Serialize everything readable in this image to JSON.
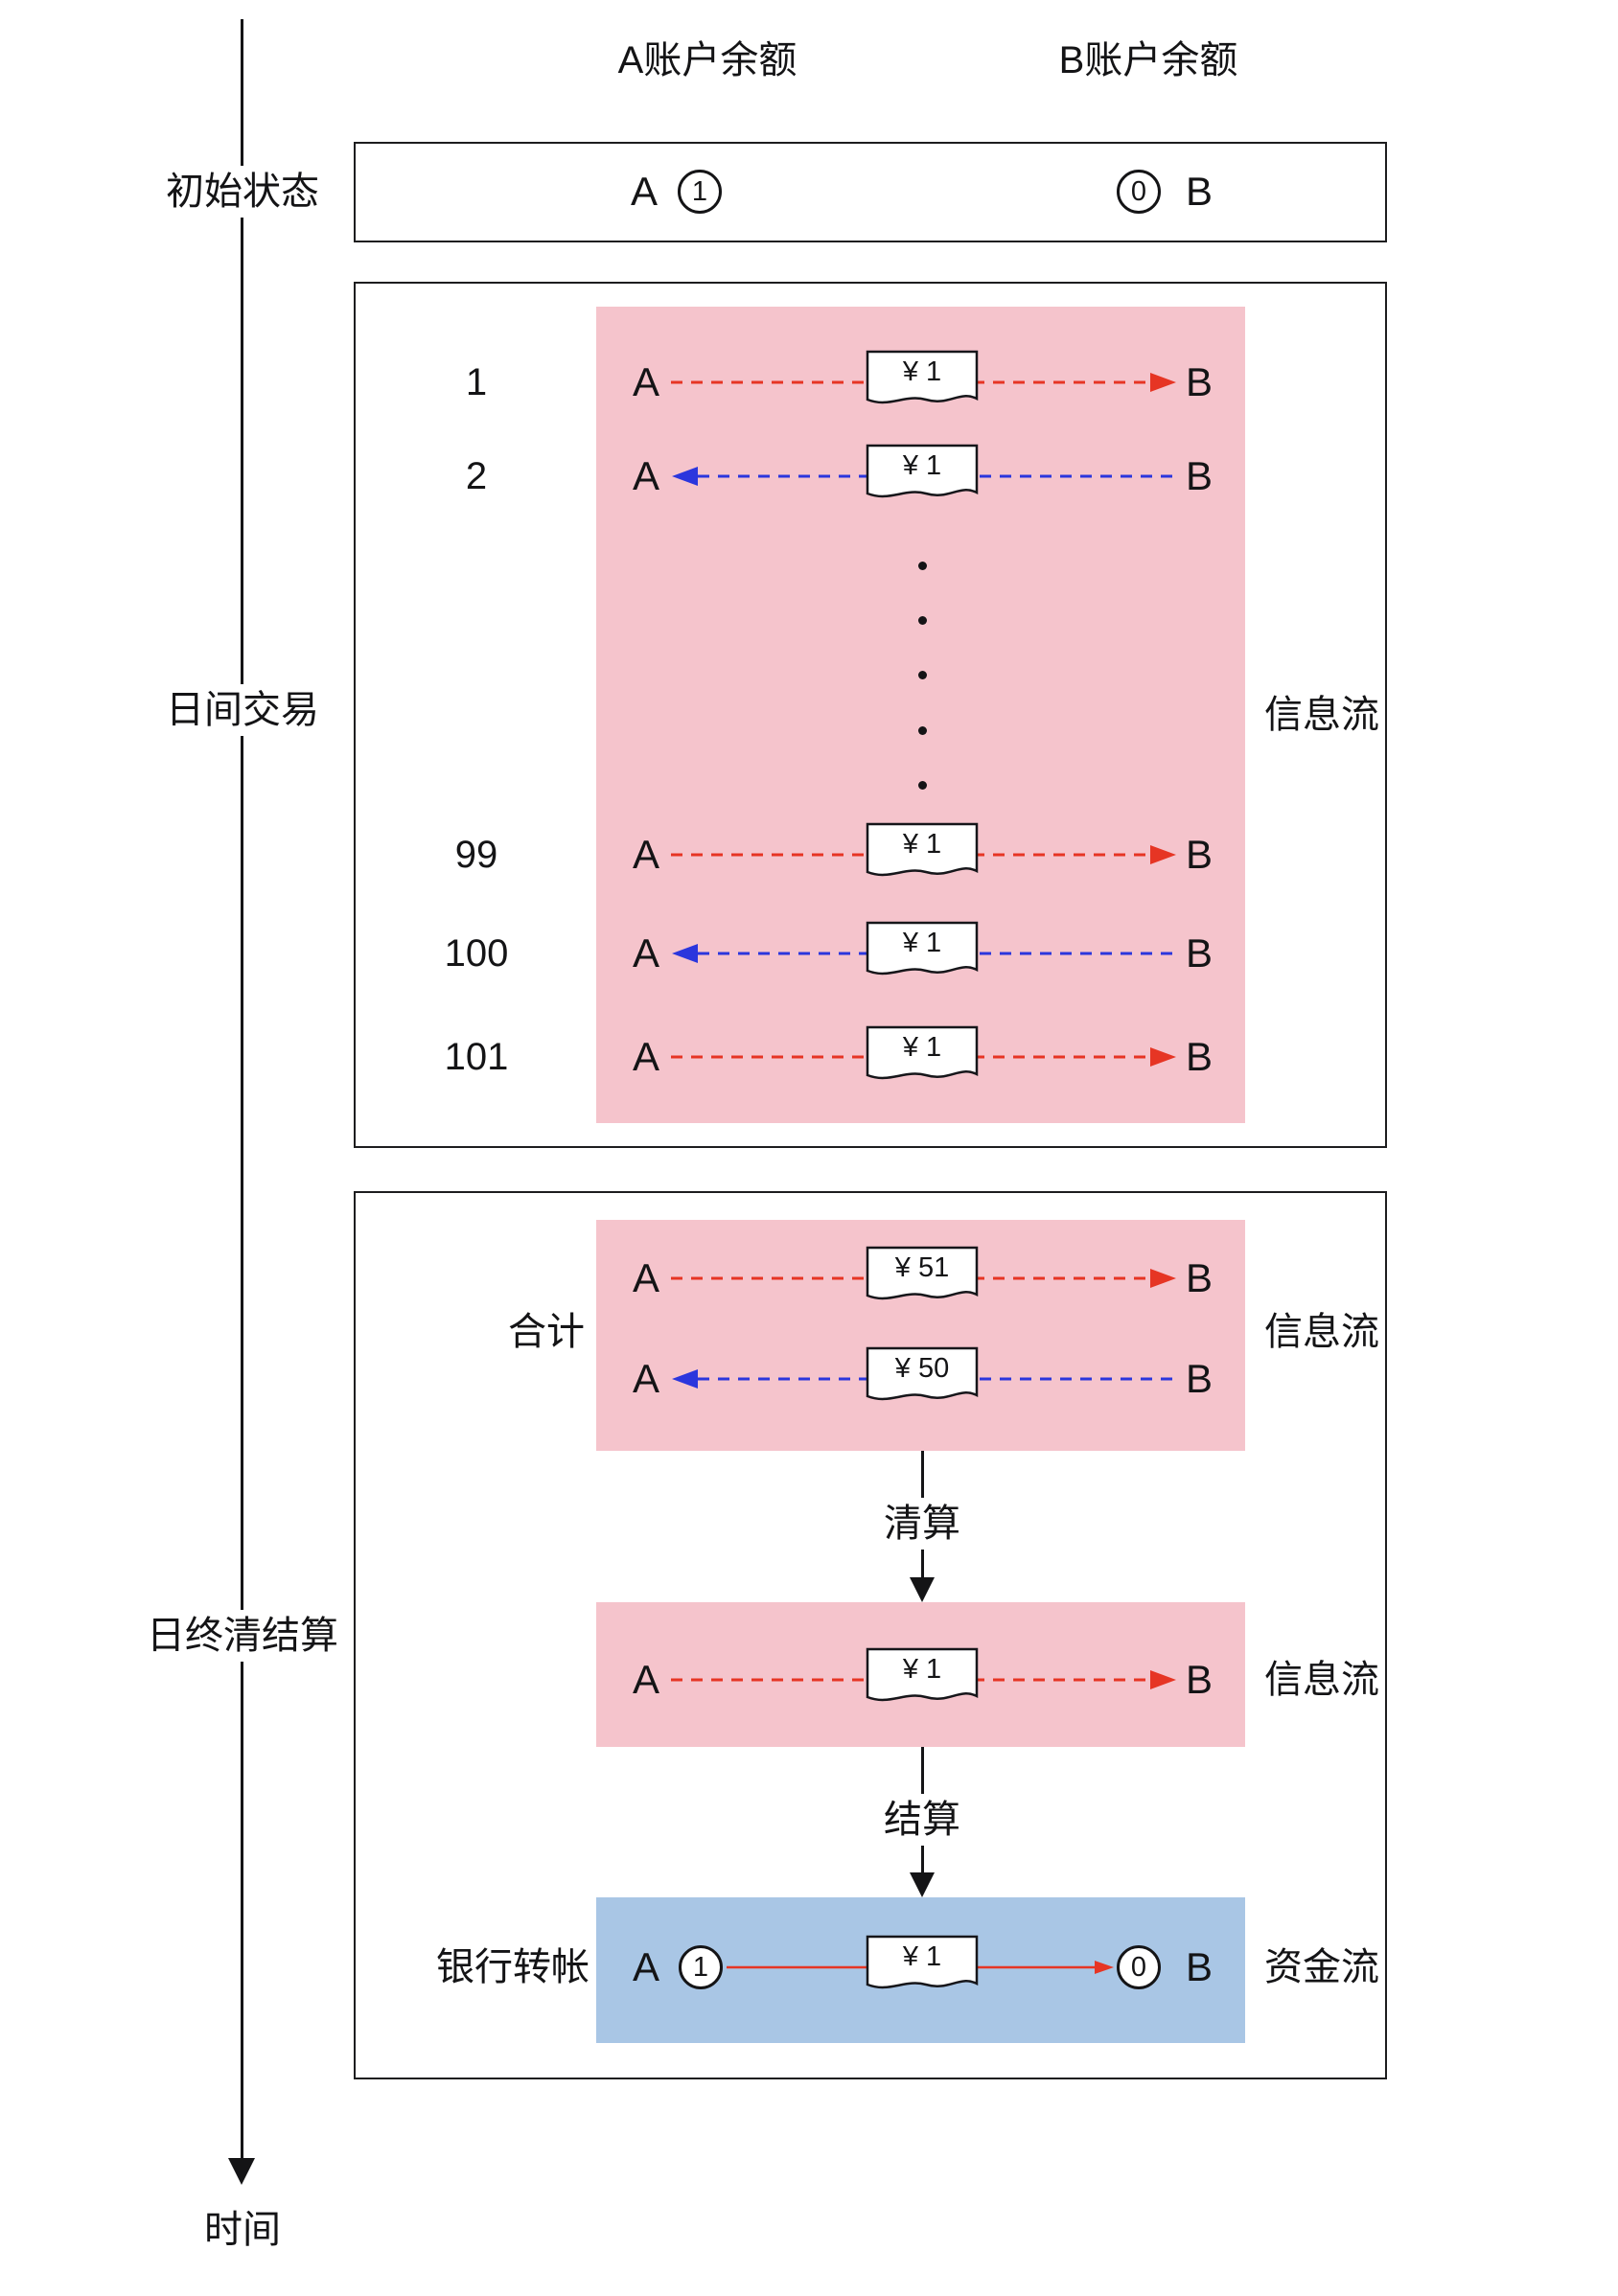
{
  "colors": {
    "pink_bg": "#f5c4cc",
    "blue_bg": "#a9c6e5",
    "red_flow": "#e63524",
    "blue_flow": "#2b36dd",
    "line": "#141416"
  },
  "headers": {
    "a_balance_col": "A账户余额",
    "b_balance_col": "B账户余额"
  },
  "timeline_label": "时间",
  "initial": {
    "label": "初始状态",
    "a": "A",
    "a_balance": "1",
    "b": "B",
    "b_balance": "0"
  },
  "intraday": {
    "label": "日间交易",
    "flow_label": "信息流",
    "rows": [
      {
        "index": "1",
        "left": "A",
        "right": "B",
        "amount": "¥ 1",
        "direction": "right"
      },
      {
        "index": "2",
        "left": "A",
        "right": "B",
        "amount": "¥ 1",
        "direction": "left"
      },
      {
        "index": "99",
        "left": "A",
        "right": "B",
        "amount": "¥ 1",
        "direction": "right"
      },
      {
        "index": "100",
        "left": "A",
        "right": "B",
        "amount": "¥ 1",
        "direction": "left"
      },
      {
        "index": "101",
        "left": "A",
        "right": "B",
        "amount": "¥ 1",
        "direction": "right"
      }
    ]
  },
  "eod": {
    "label": "日终清结算",
    "total": {
      "label": "合计",
      "flow_label": "信息流",
      "rows": [
        {
          "left": "A",
          "right": "B",
          "amount": "¥ 51",
          "direction": "right"
        },
        {
          "left": "A",
          "right": "B",
          "amount": "¥ 50",
          "direction": "left"
        }
      ]
    },
    "clearing_label": "清算",
    "cleared": {
      "left": "A",
      "right": "B",
      "amount": "¥ 1",
      "direction": "right",
      "flow_label": "信息流"
    },
    "settlement_label": "结算",
    "transfer": {
      "label": "银行转帐",
      "left": "A",
      "a_balance": "1",
      "right": "B",
      "b_balance": "0",
      "amount": "¥ 1",
      "flow_label": "资金流"
    }
  }
}
